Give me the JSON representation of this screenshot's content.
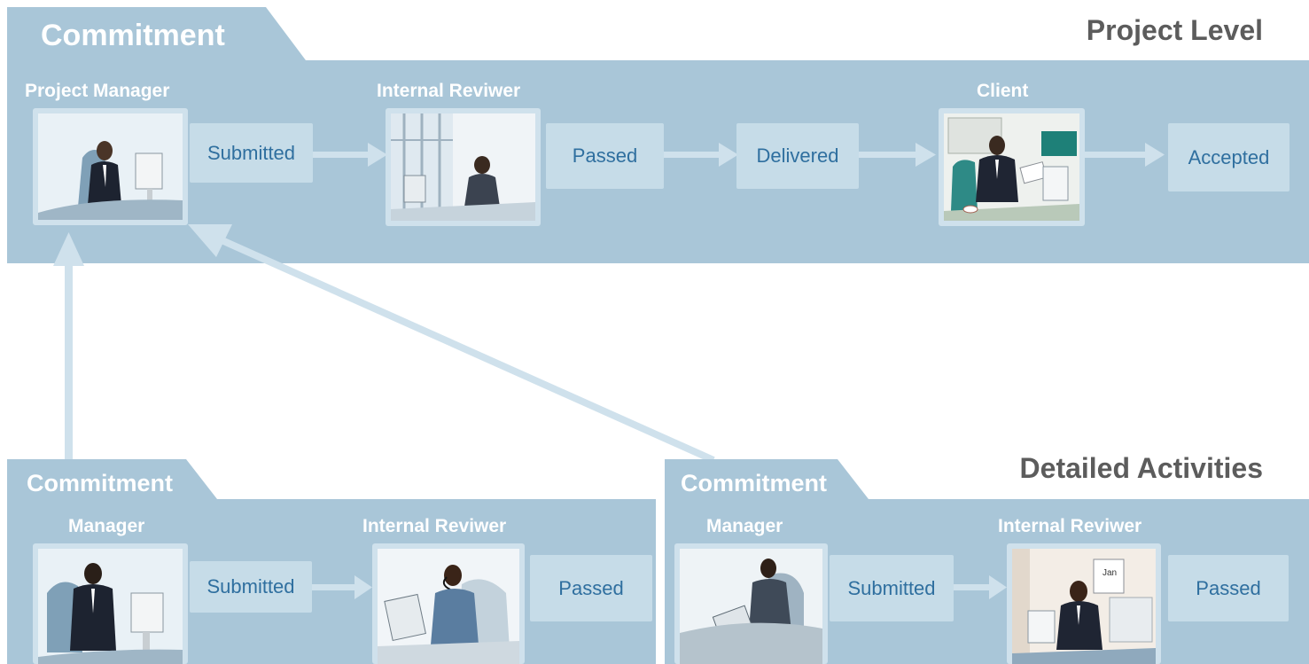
{
  "project_level": {
    "tab_label": "Commitment",
    "title": "Project Level",
    "roles": {
      "project_manager": "Project Manager",
      "internal_reviewer": "Internal Reviwer",
      "client": "Client"
    },
    "statuses": {
      "submitted": "Submitted",
      "passed": "Passed",
      "delivered": "Delivered",
      "accepted": "Accepted"
    }
  },
  "detailed_activities": {
    "title": "Detailed Activities",
    "left_panel": {
      "tab_label": "Commitment",
      "roles": {
        "manager": "Manager",
        "internal_reviewer": "Internal Reviwer"
      },
      "statuses": {
        "submitted": "Submitted",
        "passed": "Passed"
      }
    },
    "right_panel": {
      "tab_label": "Commitment",
      "roles": {
        "manager": "Manager",
        "internal_reviewer": "Internal Reviwer"
      },
      "statuses": {
        "submitted": "Submitted",
        "passed": "Passed"
      },
      "calendar_text": "Jan"
    }
  },
  "colors": {
    "panel": "#a9c6d8",
    "frame": "#cfe1ec",
    "status_box": "#c6dce8",
    "status_text": "#2f6f9f",
    "title_text": "#5c5c5c",
    "arrow": "#cfe1ec"
  }
}
